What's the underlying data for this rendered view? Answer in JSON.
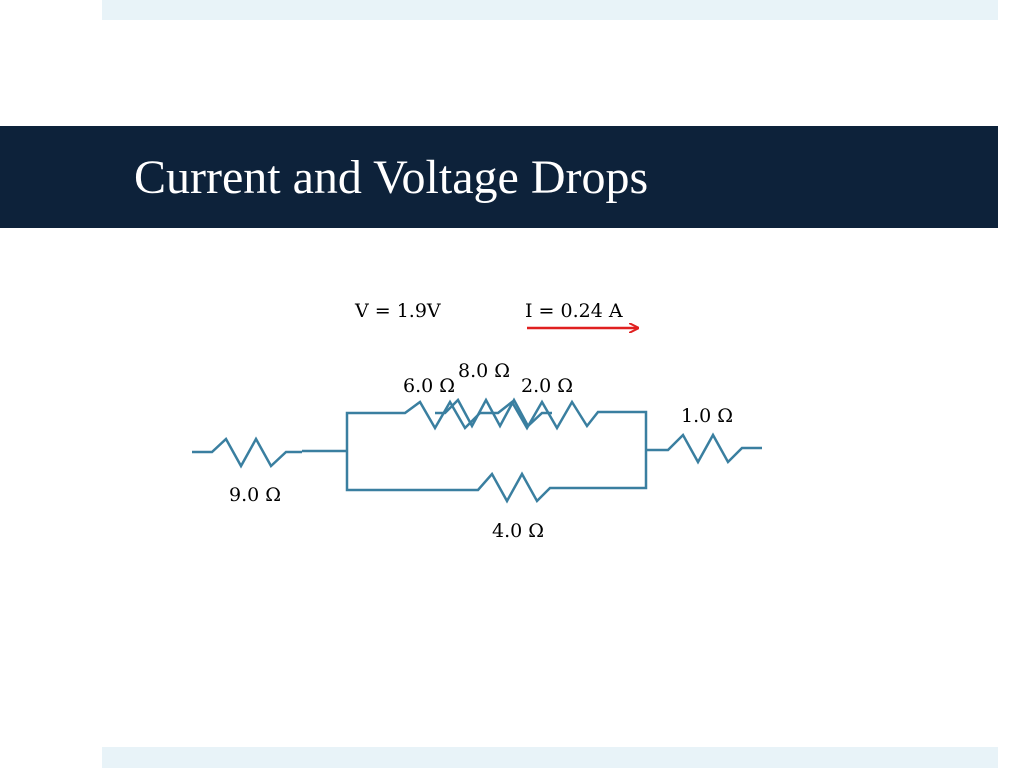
{
  "slide": {
    "title": "Current and Voltage Drops"
  },
  "diagram": {
    "voltage_label": "V = 1.9V",
    "current_label": "I = 0.24 A",
    "resistors": {
      "r_6": "6.0 Ω",
      "r_8": "8.0 Ω",
      "r_2": "2.0 Ω",
      "r_1": "1.0 Ω",
      "r_9": "9.0 Ω",
      "r_4": "4.0 Ω"
    },
    "colors": {
      "wire": "#3a7fa0",
      "current_arrow": "#e02020",
      "title_bar": "#0d223a",
      "accent_band": "#e8f3f8"
    }
  }
}
